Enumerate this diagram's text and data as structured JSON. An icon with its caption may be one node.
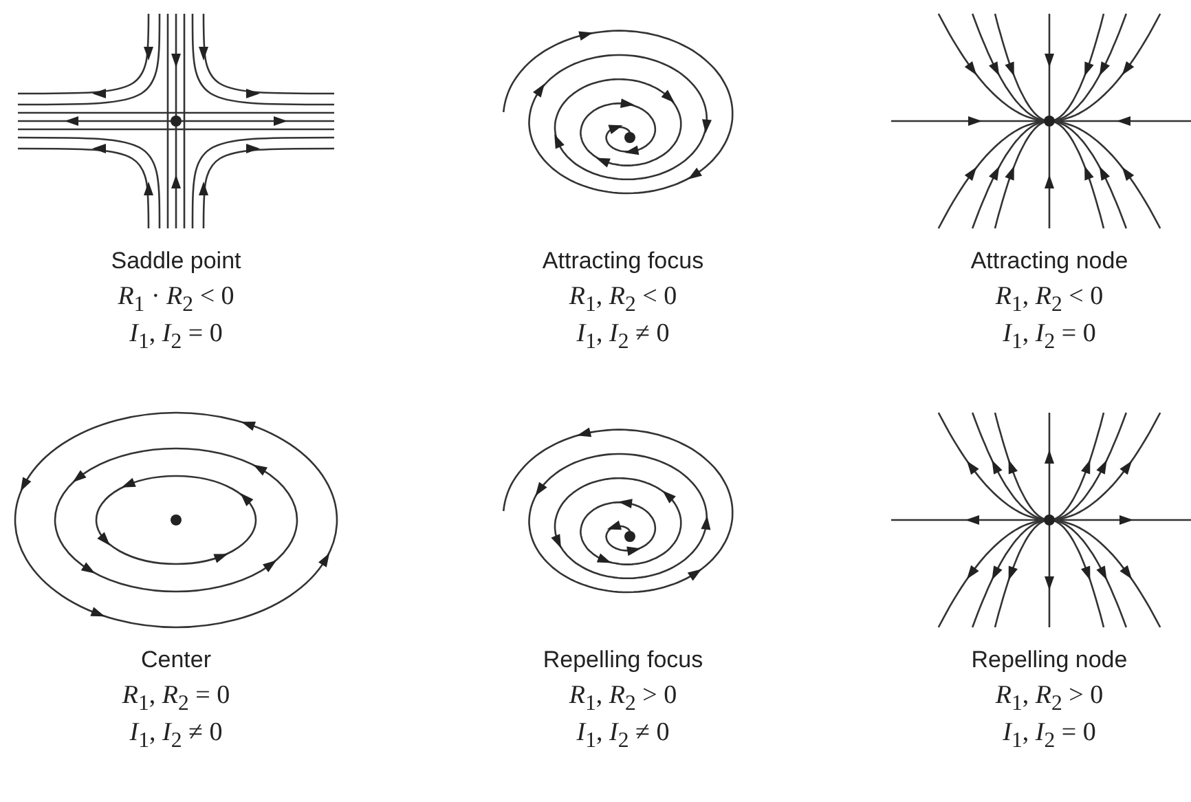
{
  "diagram": {
    "labels": [
      "Saddle point",
      "*R*$_{1}$ · *R*$_{2}$ < 0",
      "*I*$_{1}$, *I*$_{2}$ = 0",
      "Attracting focus",
      "*R*$_{1}$, *R*$_{2}$ < 0",
      "*I*$_{1}$, *I*$_{2}$ ≠ 0",
      "Attracting node",
      "*R*$_{1}$, *R*$_{2}$ < 0",
      "*I*$_{1}$, *I*$_{2}$ = 0",
      "Center",
      "*R*$_{1}$, *R*$_{2}$ = 0",
      "*I*$_{1}$, *I*$_{2}$ ≠ 0",
      "Repelling focus",
      "*R*$_{1}$, *R*$_{2}$ > 0",
      "*I*$_{1}$, *I*$_{2}$ ≠ 0",
      "Repelling node",
      "*R*$_{1}$, *R*$_{2}$ > 0",
      "*I*$_{1}$, *I*$_{2}$ = 0"
    ]
  }
}
